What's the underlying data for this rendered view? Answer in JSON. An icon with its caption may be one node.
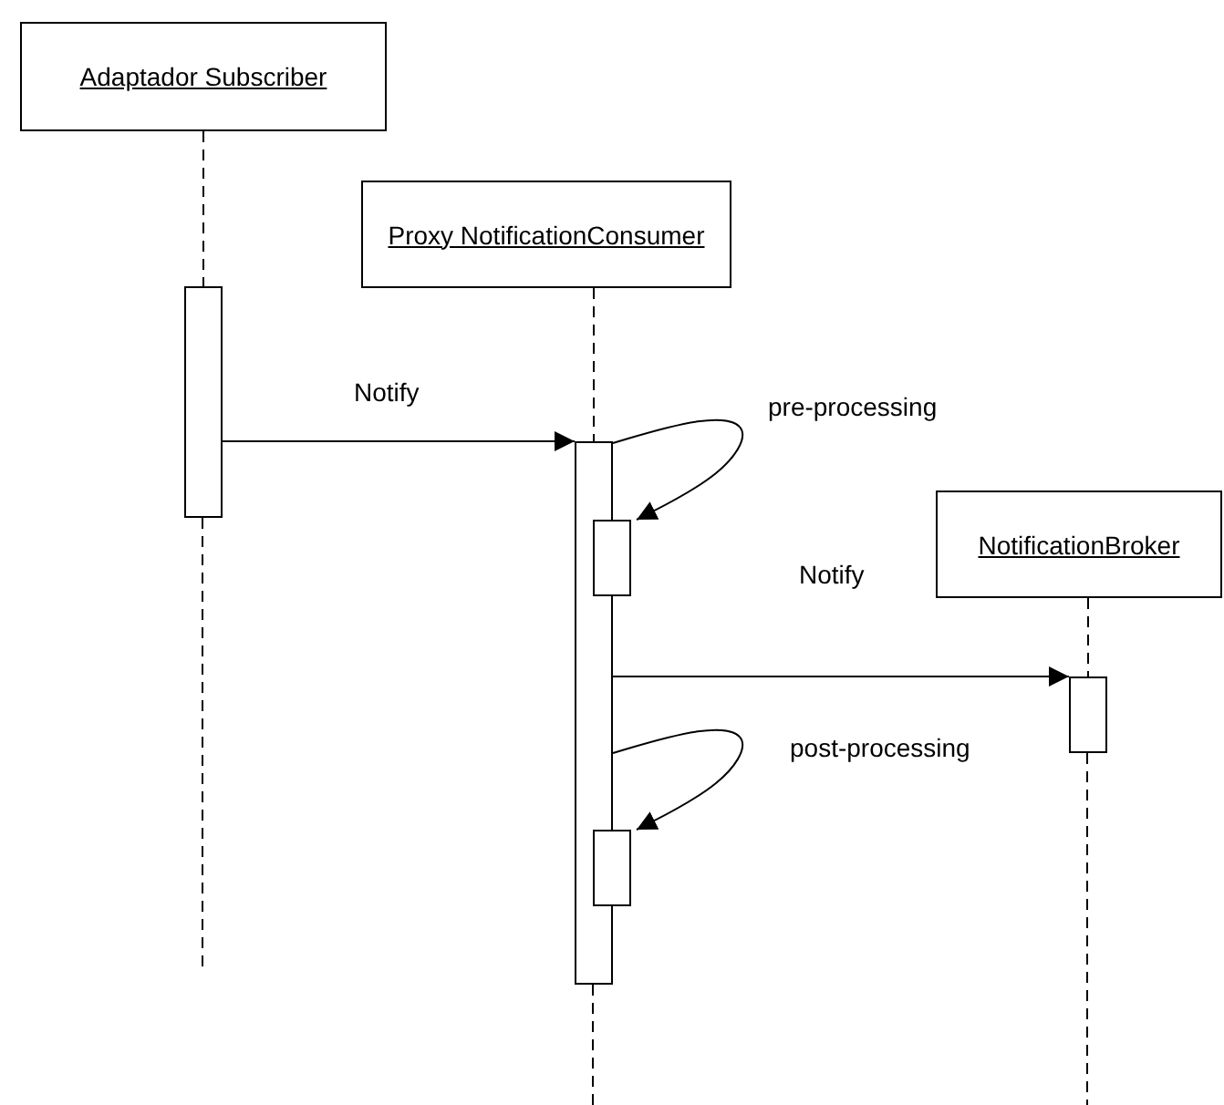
{
  "diagram": {
    "nodes": [
      {
        "text": [
          "Adaptador Subscriber"
        ]
      },
      {
        "text": [
          "Proxy NotificationConsumer"
        ]
      },
      {
        "text": [
          "NotificationBroker"
        ]
      },
      {
        "text": [],
        "shape": "bar"
      },
      {
        "text": [],
        "shape": "bar"
      },
      {
        "text": [],
        "shape": "bar"
      },
      {
        "text": [],
        "shape": "bar"
      },
      {
        "text": [],
        "shape": "bar"
      }
    ],
    "edges": [
      {
        "from": 0,
        "to": 3,
        "arrow": "none",
        "style": "dashed"
      },
      {
        "from": 1,
        "to": 4,
        "arrow": "none",
        "style": "dashed"
      },
      {
        "from": 2,
        "to": 6,
        "arrow": "none",
        "style": "dashed"
      },
      {
        "from": 3,
        "to": 4,
        "arrow": "to",
        "label": "Notify"
      },
      {
        "from": 4,
        "to": 5,
        "arrow": "to",
        "label": "pre-processing"
      },
      {
        "from": 4,
        "to": 6,
        "arrow": "to",
        "label": "Notify"
      },
      {
        "from": 4,
        "to": 7,
        "arrow": "to",
        "label": "post-processing"
      }
    ]
  }
}
